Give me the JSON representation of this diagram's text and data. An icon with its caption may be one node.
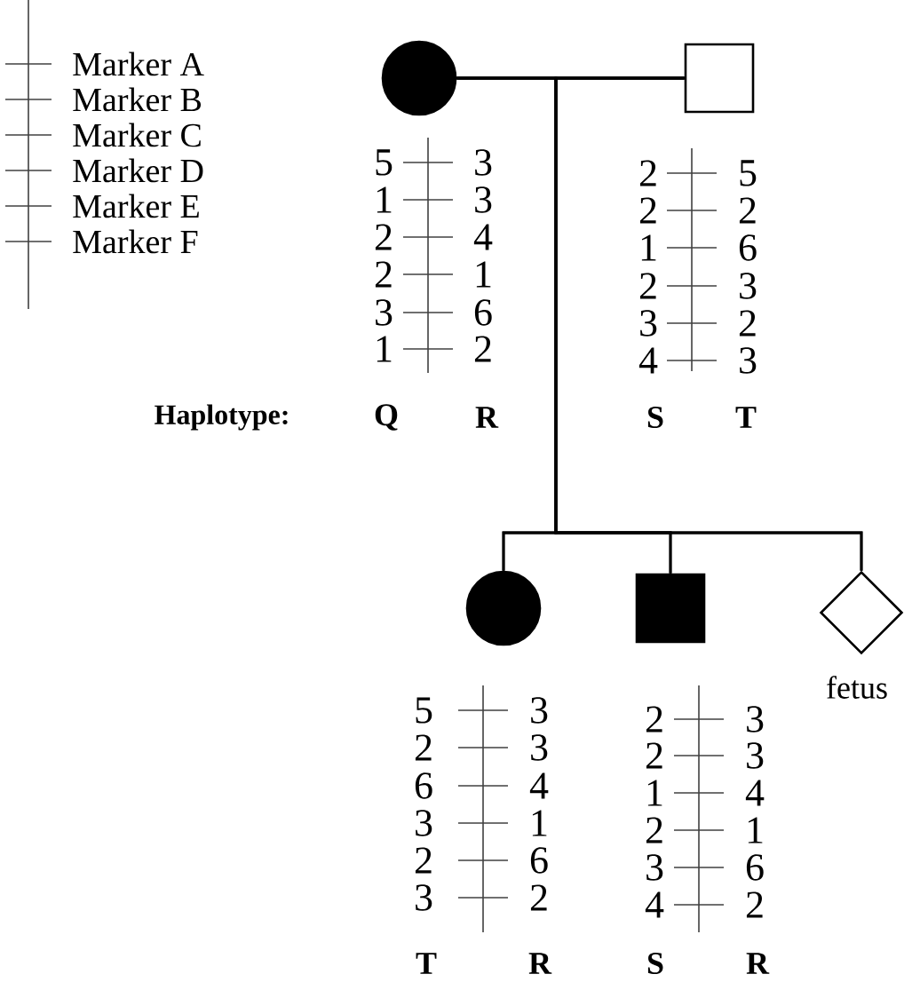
{
  "diagram": {
    "nodes": [
      {
        "text": [],
        "shape": "circle"
      },
      {
        "text": [],
        "shape": "box"
      },
      {
        "text": [],
        "shape": "circle"
      },
      {
        "text": [],
        "shape": "box"
      },
      {
        "text": [],
        "shape": "diamond",
        "beside": [
          "fetus"
        ]
      }
    ],
    "edges": [
      {
        "from": 0,
        "to": 1,
        "arrow": "none"
      },
      {
        "from": 0,
        "to": 2,
        "arrow": "none"
      },
      {
        "from": 0,
        "to": 3,
        "arrow": "none"
      },
      {
        "from": 0,
        "to": 4,
        "arrow": "none"
      },
      {
        "from": 1,
        "to": 2,
        "arrow": "none"
      },
      {
        "from": 1,
        "to": 3,
        "arrow": "none"
      },
      {
        "from": 1,
        "to": 4,
        "arrow": "none"
      }
    ],
    "labels": [
      "Marker A",
      "Marker B",
      "Marker C",
      "Marker D",
      "Marker E",
      "Marker F",
      "5",
      "3",
      "1",
      "3",
      "2",
      "4",
      "2",
      "1",
      "3",
      "6",
      "1",
      "2",
      "2",
      "5",
      "2",
      "2",
      "1",
      "6",
      "2",
      "3",
      "3",
      "2",
      "4",
      "3",
      "Haplotype:",
      "Q",
      "R",
      "S",
      "T",
      "5",
      "3",
      "2",
      "3",
      "6",
      "4",
      "3",
      "1",
      "2",
      "6",
      "3",
      "2",
      "2",
      "3",
      "2",
      "3",
      "1",
      "4",
      "2",
      "1",
      "3",
      "6",
      "4",
      "2",
      "T",
      "R",
      "S",
      "R"
    ]
  }
}
